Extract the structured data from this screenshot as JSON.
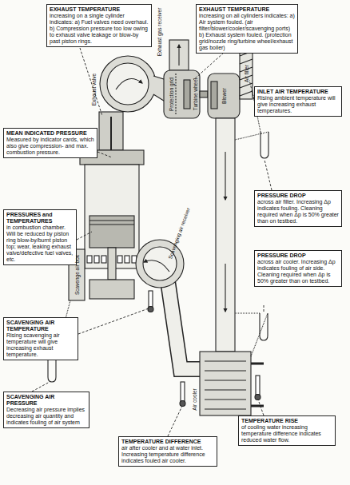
{
  "diagram": {
    "nodes": [
      {
        "text": [
          "EXHAUST TEMPERATURE",
          "increasing on a single cylinder indicates: a) Fuel valves need overhaul. b) Compression pressure too low owing to exhaust valve leakage or blow-by past piston rings."
        ]
      },
      {
        "text": [
          "EXHAUST TEMPERATURE",
          "increasing on all cylinders indicates: a) Air system fouled. (air filter/blower/cooler/scavenging ports) b) Exhaust system fouled. (protection grid/nozzle ring/turbine wheel/exhaust gas boiler)"
        ]
      },
      {
        "text": [
          "INLET AIR TEMPERATURE",
          "Rising ambient temperature will give increasing exhaust temperatures."
        ]
      },
      {
        "text": [
          "MEAN INDICATED PRESSURE",
          "Measured by indicator cards, which also give compression- and max. combustion pressure."
        ]
      },
      {
        "text": [
          "PRESSURE DROP",
          "across air filter. Increasing Δp indicates fouling. Cleaning required when Δp is 50% greater than on testbed."
        ]
      },
      {
        "text": [
          "PRESSURES and TEMPERATURES",
          "in combustion chamber. Will be reduced by piston ring blow-by/burnt piston top; wear, leaking exhaust valve/defective fuel valves, etc."
        ]
      },
      {
        "text": [
          "PRESSURE DROP",
          "across air cooler. Increasing Δp indicates fouling of air side. Cleaning required when Δp is 50% greater than on testbed."
        ]
      },
      {
        "text": [
          "SCAVENGING AIR TEMPERATURE",
          "Rising scavenging air temperature will give increasing exhaust temperature."
        ]
      },
      {
        "text": [
          "SCAVENGING AIR PRESSURE",
          "Decreasing air pressure implies decreasing air quantity and indicates fouling of air system"
        ]
      },
      {
        "text": [
          "TEMPERATURE RISE",
          "of cooling water increasing temperature difference indicates reduced water flow."
        ]
      },
      {
        "text": [
          "TEMPERATURE DIFFERENCE",
          "air after cooler and at water inlet. Increasing temperature difference indicates fouled air cooler."
        ]
      }
    ],
    "labels": [
      "Exhaust gas receiver",
      "Protection grid",
      "Turbine wheel",
      "Blower",
      "Air filter",
      "Exhaust valve",
      "Scavenging air receiver",
      "Scavenge air box",
      "Air cooler"
    ]
  }
}
